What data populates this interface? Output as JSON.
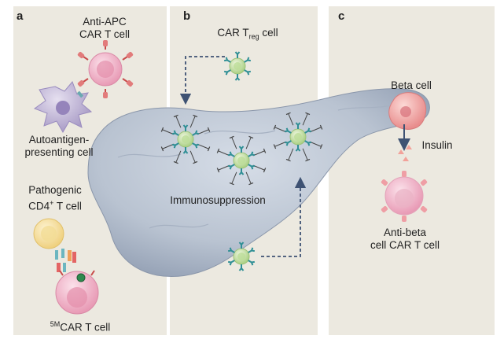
{
  "panels": {
    "a": {
      "letter": "a",
      "anti_apc": [
        "Anti-APC",
        "CAR T cell"
      ],
      "autoantigen": [
        "Autoantigen-",
        "presenting cell"
      ],
      "pathogenic": {
        "line1": "Pathogenic",
        "cd4": "CD4",
        "cd4_sup": "+",
        "t_cell": " T cell"
      },
      "car5m": {
        "sup": "5M",
        "text": "CAR T cell"
      }
    },
    "b": {
      "letter": "b",
      "treg": {
        "pre": "CAR T",
        "sub": "reg",
        "post": " cell"
      },
      "immunosuppression": "Immunosuppression"
    },
    "c": {
      "letter": "c",
      "beta_cell": "Beta cell",
      "insulin": "Insulin",
      "anti_beta": [
        "Anti-beta",
        "cell CAR T cell"
      ]
    }
  },
  "colors": {
    "panel_bg": "#ece9e0",
    "pancreas": "#b9c3d1",
    "car_t_cell": "#f0b4c8",
    "treg_cell": "#cfe4b0",
    "apc_cell": "#c2b7d6",
    "pathogenic_cell": "#f6e3a6",
    "beta_cell": "#f2a6a6",
    "arrow": "#3e5273"
  }
}
